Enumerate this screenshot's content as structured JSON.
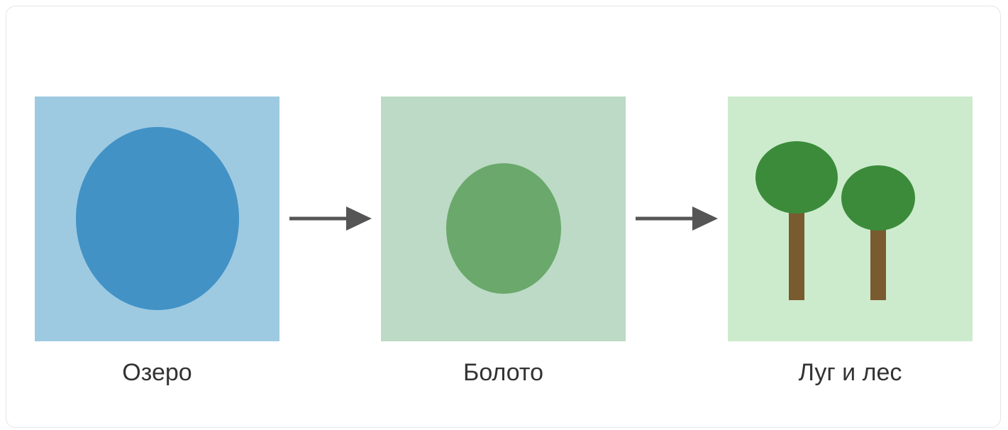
{
  "diagram": {
    "stages": [
      {
        "label": "Озеро",
        "icon": "lake-icon"
      },
      {
        "label": "Болото",
        "icon": "swamp-icon"
      },
      {
        "label": "Луг и лес",
        "icon": "meadow-forest-icon"
      }
    ],
    "colors": {
      "lake_background": "#9ecae1",
      "lake_water": "#4292c6",
      "swamp_background": "#bcdac5",
      "swamp_water": "#6aa86b",
      "meadow_background": "#ccebcc",
      "tree_crown": "#3b8b3b",
      "tree_trunk": "#7a5a2f",
      "arrow": "#555555",
      "label_text": "#333333"
    }
  }
}
